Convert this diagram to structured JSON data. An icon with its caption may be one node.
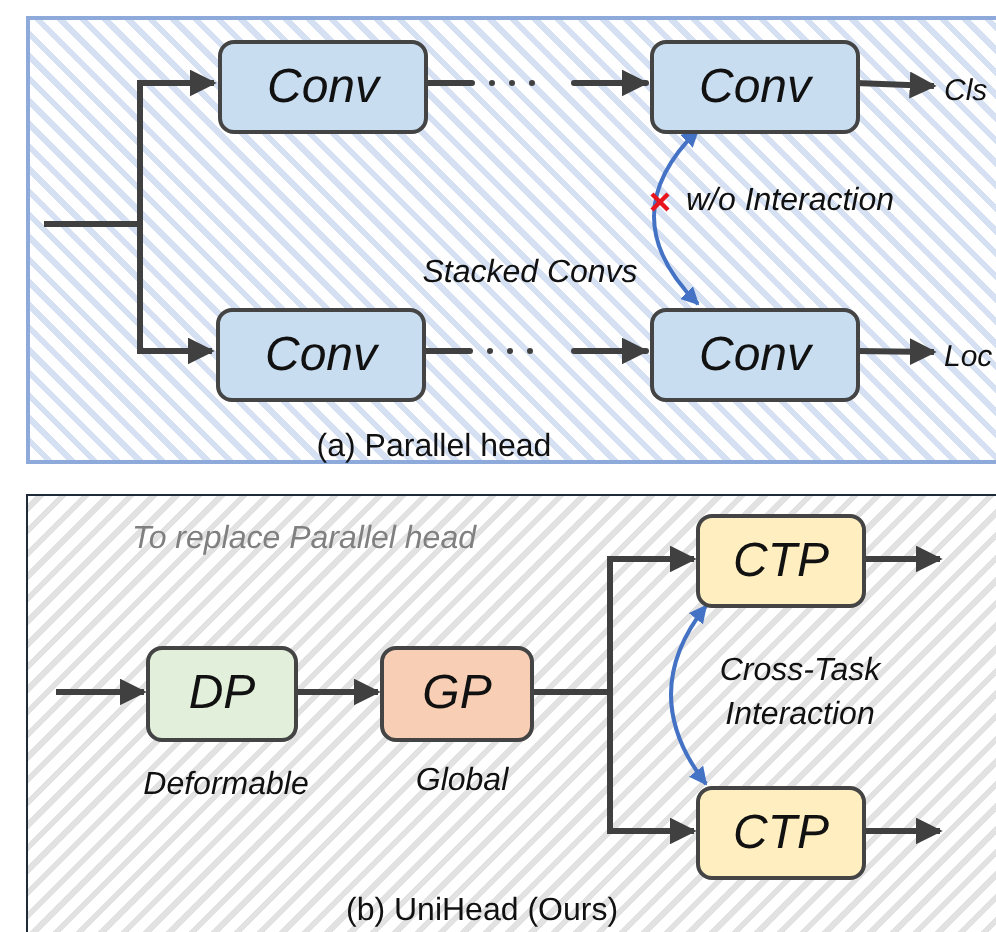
{
  "diagram": {
    "nodes": [
      {
        "text": [
          "(a) Parallel head"
        ]
      },
      {
        "text": [
          "Conv"
        ],
        "in": 0
      },
      {
        "text": [
          "Conv"
        ],
        "in": 0
      },
      {
        "text": [
          "Conv"
        ],
        "in": 0
      },
      {
        "text": [
          "Conv"
        ],
        "in": 0
      },
      {
        "text": [
          "Cls"
        ],
        "in": 0
      },
      {
        "text": [
          "Loc"
        ],
        "in": 0
      },
      {
        "text": [
          "(b) UniHead (Ours)"
        ]
      },
      {
        "text": [
          "DP"
        ],
        "in": 7,
        "beside": [
          "Deformable"
        ]
      },
      {
        "text": [
          "GP"
        ],
        "in": 7,
        "beside": [
          "Global"
        ]
      },
      {
        "text": [
          "CTP"
        ],
        "in": 7
      },
      {
        "text": [
          "CTP"
        ],
        "in": 7
      }
    ],
    "edges": [
      {
        "from": null,
        "to": 1,
        "arrow": "to"
      },
      {
        "from": null,
        "to": 3,
        "arrow": "to"
      },
      {
        "from": 1,
        "to": 2,
        "arrow": "to",
        "style": "dashed"
      },
      {
        "from": 3,
        "to": 4,
        "arrow": "to",
        "style": "dashed"
      },
      {
        "from": 2,
        "to": 5,
        "arrow": "to"
      },
      {
        "from": 4,
        "to": 6,
        "arrow": "to"
      },
      {
        "from": 2,
        "to": 4,
        "arrow": "both",
        "color": "#4472c4",
        "label": "w/o Interaction"
      },
      {
        "from": null,
        "to": 8,
        "arrow": "to"
      },
      {
        "from": 8,
        "to": 9,
        "arrow": "to"
      },
      {
        "from": 9,
        "to": 10,
        "arrow": "to"
      },
      {
        "from": 9,
        "to": 11,
        "arrow": "to"
      },
      {
        "from": 10,
        "to": null,
        "arrow": "to"
      },
      {
        "from": 11,
        "to": null,
        "arrow": "to"
      },
      {
        "from": 10,
        "to": 11,
        "arrow": "both",
        "color": "#4472c4",
        "label": "Cross-Task Interaction"
      }
    ],
    "labels": [
      "Stacked Convs",
      "To replace Parallel head"
    ]
  }
}
